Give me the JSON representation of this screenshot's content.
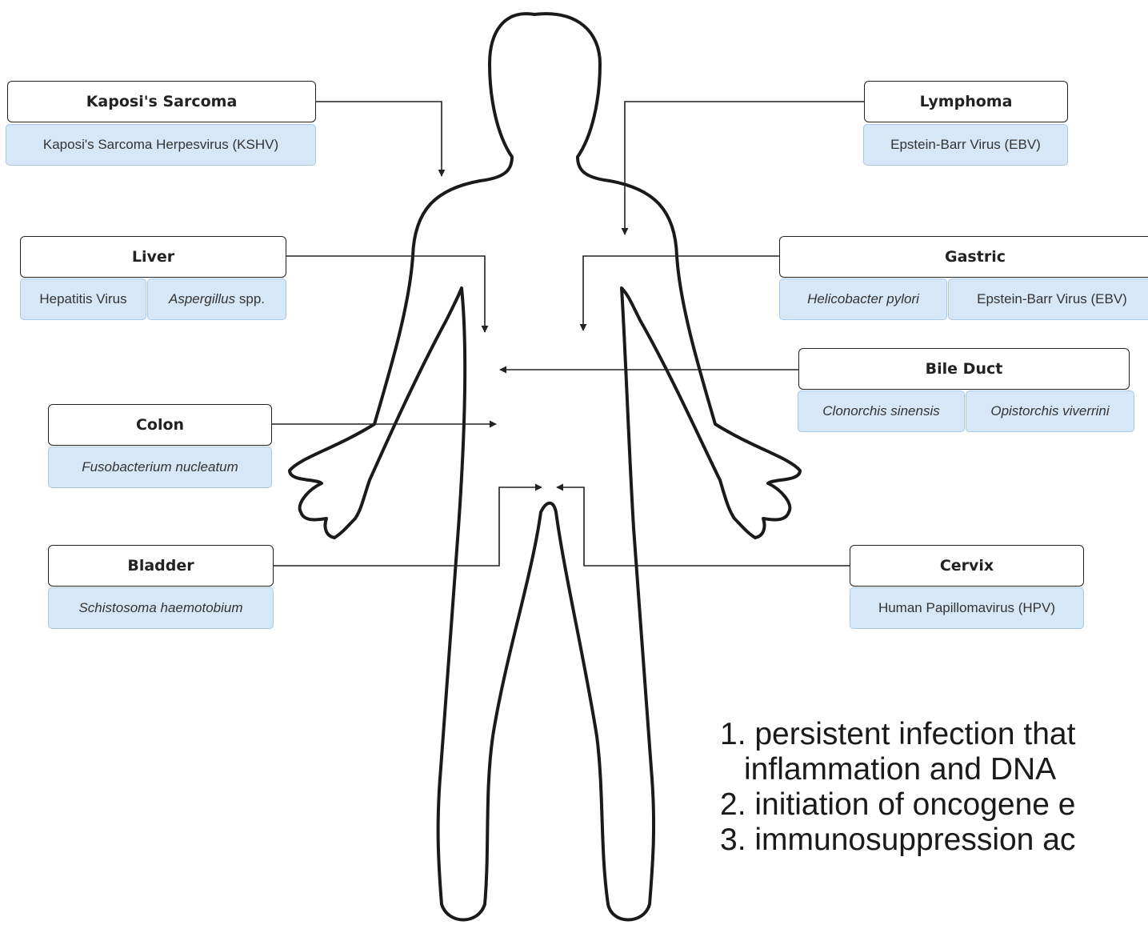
{
  "boxes": {
    "kaposi": {
      "title": "Kaposi's Sarcoma",
      "agents": [
        "Kaposi's Sarcoma Herpesvirus (KSHV)"
      ]
    },
    "lymphoma": {
      "title": "Lymphoma",
      "agents": [
        "Epstein-Barr Virus (EBV)"
      ]
    },
    "liver": {
      "title": "Liver",
      "agents": [
        "Hepatitis Virus",
        "Aspergillus",
        "spp."
      ]
    },
    "gastric": {
      "title": "Gastric",
      "agents": [
        "Helicobacter pylori",
        "Epstein-Barr Virus (EBV)"
      ]
    },
    "bile": {
      "title": "Bile Duct",
      "agents": [
        "Clonorchis sinensis",
        "Opistorchis viverrini"
      ]
    },
    "colon": {
      "title": "Colon",
      "agents": [
        "Fusobacterium nucleatum"
      ]
    },
    "bladder": {
      "title": "Bladder",
      "agents": [
        "Schistosoma haemotobium"
      ]
    },
    "cervix": {
      "title": "Cervix",
      "agents": [
        "Human Papillomavirus (HPV)"
      ]
    }
  },
  "notes": [
    "1. persistent infection that",
    "inflammation and DNA",
    "2. initiation of oncogene e",
    "3. immunosuppression ac"
  ],
  "colors": {
    "outline": "#1a1a1a",
    "agent_fill": "#d6e8f8",
    "agent_border": "#a9c7e6"
  }
}
